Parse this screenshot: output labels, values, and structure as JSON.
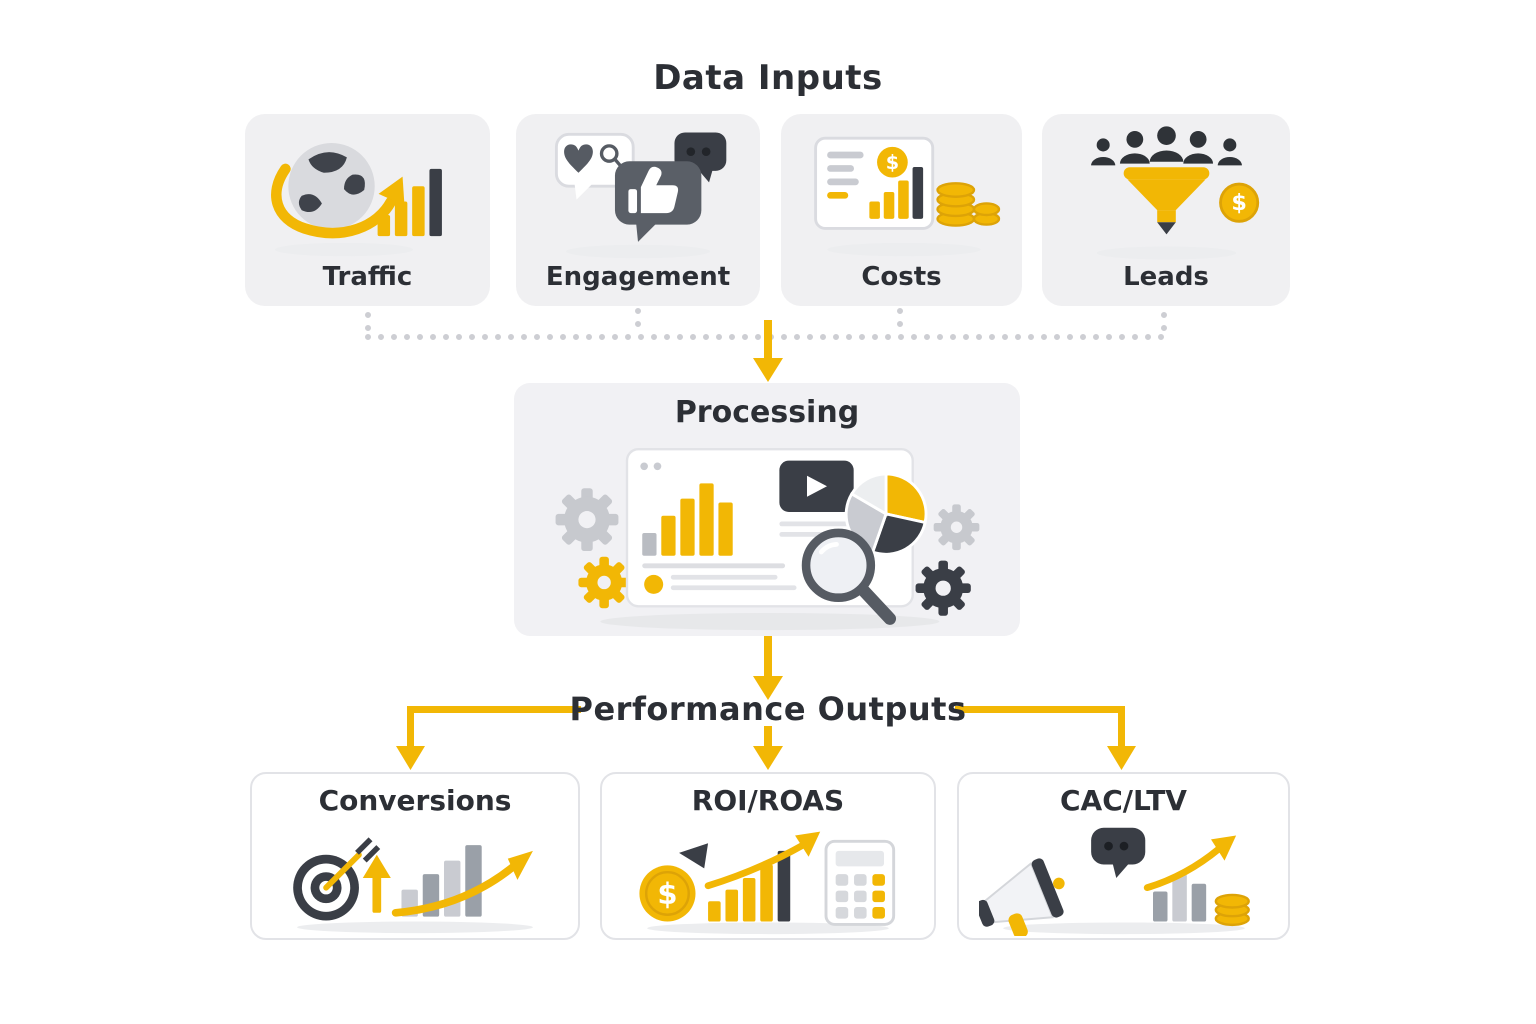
{
  "colors": {
    "accent": "#F2B705",
    "dark": "#3A3E46",
    "card_gray": "#F0F0F2",
    "output_border": "#E2E3E7",
    "text": "#2C2F35",
    "dotted_line": "#CDCED3"
  },
  "glyphs": {
    "dollar": "$"
  },
  "inputs_section": {
    "title": "Data Inputs",
    "cards": [
      {
        "label": "Traffic",
        "icon": "globe-growth-icon"
      },
      {
        "label": "Engagement",
        "icon": "social-bubbles-icon"
      },
      {
        "label": "Costs",
        "icon": "invoice-coins-icon"
      },
      {
        "label": "Leads",
        "icon": "audience-funnel-icon"
      }
    ]
  },
  "processing_section": {
    "title": "Processing",
    "icon": "analytics-dashboard-icon"
  },
  "outputs_section": {
    "title": "Performance Outputs",
    "cards": [
      {
        "label": "Conversions",
        "icon": "target-growth-icon"
      },
      {
        "label": "ROI/ROAS",
        "icon": "coin-chart-calculator-icon"
      },
      {
        "label": "CAC/LTV",
        "icon": "megaphone-coins-icon"
      }
    ]
  }
}
